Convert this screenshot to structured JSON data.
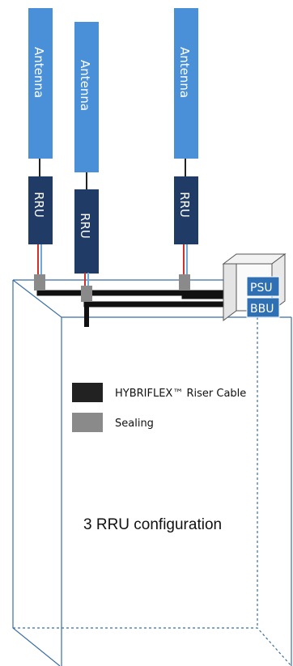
{
  "units": [
    {
      "antenna_label": "Antenna",
      "rru_label": "RRU"
    },
    {
      "antenna_label": "Antenna",
      "rru_label": "RRU"
    },
    {
      "antenna_label": "Antenna",
      "rru_label": "RRU"
    }
  ],
  "cabinet": {
    "psu_label": "PSU",
    "bbu_label": "BBU"
  },
  "legend": [
    {
      "label": "HYBRIFLEX™ Riser Cable",
      "color": "#222222"
    },
    {
      "label": "Sealing",
      "color": "#8a8a8a"
    }
  ],
  "caption": "3 RRU configuration",
  "colors": {
    "antenna": "#4a90d9",
    "rru": "#1f3b66",
    "cabinet_front": "#2f6fb3",
    "cable": "#111111",
    "sealing": "#8a8a8a",
    "building_edge": "#3a6ea5",
    "jumper_red": "#d0312d",
    "jumper_blue": "#6fa8dc"
  }
}
